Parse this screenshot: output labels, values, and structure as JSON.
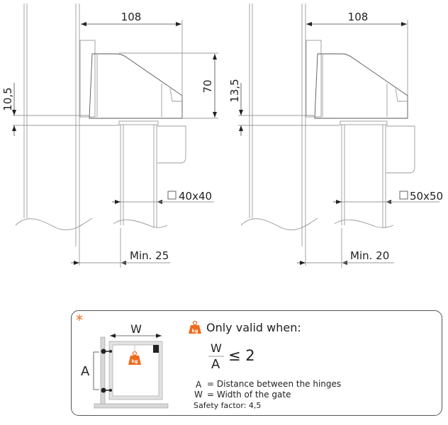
{
  "drawing_left": {
    "width_dim": "108",
    "height_dim": "70",
    "offset_dim": "10,5",
    "post_size": "40x40",
    "min_gap": "Min. 25"
  },
  "drawing_right": {
    "width_dim": "108",
    "offset_dim": "13,5",
    "post_size": "50x50",
    "min_gap": "Min. 20"
  },
  "note": {
    "marker": "*",
    "diagram_w": "W",
    "diagram_a": "A",
    "weight_icon": "kg",
    "title": "Only valid when:",
    "formula_num": "W",
    "formula_den": "A",
    "formula_rel": "≤ 2",
    "def_a_symbol": "A",
    "def_a": "= Distance between the hinges",
    "def_w_symbol": "W",
    "def_w": "= Width of the gate",
    "safety": "Safety factor: 4,5"
  },
  "colors": {
    "accent": "#f06a1d"
  }
}
